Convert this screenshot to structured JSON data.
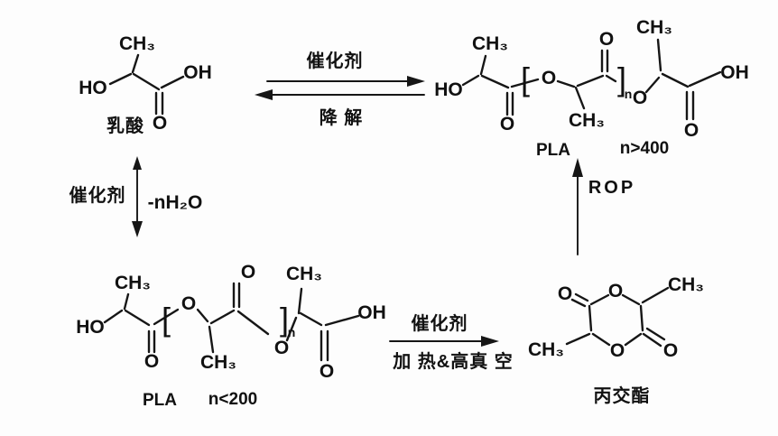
{
  "page": {
    "background_color": "#fdfdfd",
    "ink_color": "#161616",
    "description": "Reaction scheme for polylactic acid (PLA) synthesis from lactic acid via polycondensation, lactide formation and ring-opening polymerization"
  },
  "atoms": {
    "ch3": "CH₃",
    "ho": "HO",
    "oh": "OH",
    "o": "O",
    "bracket_left": "[",
    "bracket_right": "]",
    "n_sub": "n"
  },
  "scheme": {
    "lactic_acid": {
      "name": "乳酸"
    },
    "equilibrium": {
      "forward_label": "催化剂",
      "reverse_label": "降 解"
    },
    "condensation": {
      "catalyst_label": "催化剂",
      "byproduct_label": "-nH₂O"
    },
    "pla_high": {
      "name": "PLA",
      "degree": "n>400"
    },
    "pla_low": {
      "name": "PLA",
      "degree": "n<200"
    },
    "lactide_route": {
      "catalyst_label": "催化剂",
      "conditions_label": "加 热&高真 空"
    },
    "rop": {
      "label": "ROP"
    },
    "lactide": {
      "name": "丙交酯"
    }
  }
}
